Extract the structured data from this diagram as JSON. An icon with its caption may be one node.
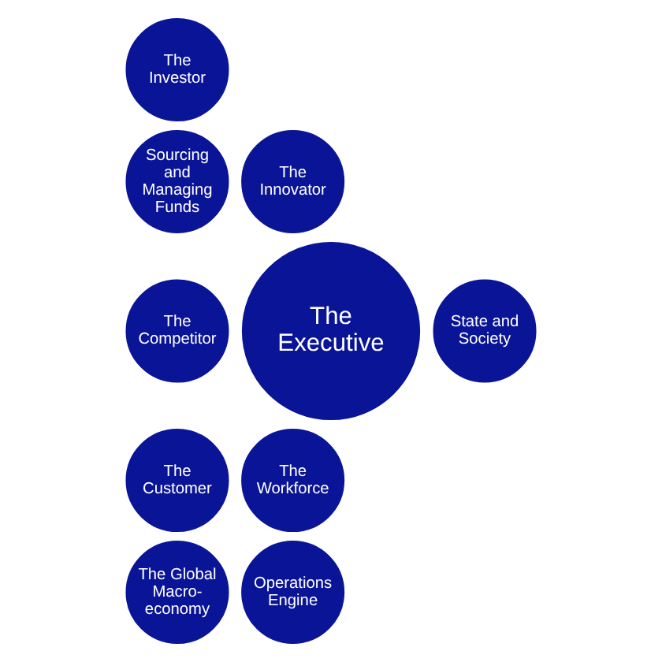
{
  "diagram": {
    "nodes": [
      {
        "text": [
          "The Investor"
        ]
      },
      {
        "text": [
          "Sourcing and Managing Funds"
        ]
      },
      {
        "text": [
          "The Innovator"
        ]
      },
      {
        "text": [
          "The Competitor"
        ]
      },
      {
        "text": [
          "The Executive"
        ]
      },
      {
        "text": [
          "State and Society"
        ]
      },
      {
        "text": [
          "The Customer"
        ]
      },
      {
        "text": [
          "The Workforce"
        ]
      },
      {
        "text": [
          "The Global Macro-economy"
        ]
      },
      {
        "text": [
          "Operations Engine"
        ]
      }
    ]
  }
}
